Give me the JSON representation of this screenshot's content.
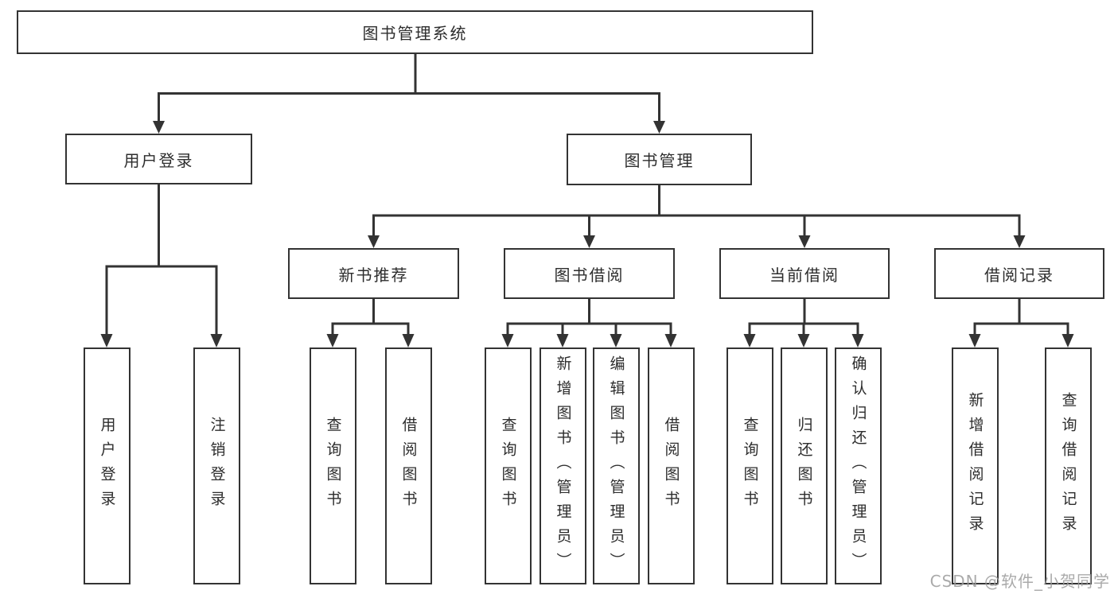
{
  "tree": {
    "label": "图书管理系统",
    "children": [
      {
        "label": "用户登录",
        "children": [
          {
            "label": "用户登录"
          },
          {
            "label": "注销登录"
          }
        ]
      },
      {
        "label": "图书管理",
        "children": [
          {
            "label": "新书推荐",
            "children": [
              {
                "label": "查询图书"
              },
              {
                "label": "借阅图书"
              }
            ]
          },
          {
            "label": "图书借阅",
            "children": [
              {
                "label": "查询图书"
              },
              {
                "label": "新增图书（管理员）"
              },
              {
                "label": "编辑图书（管理员）"
              },
              {
                "label": "借阅图书"
              }
            ]
          },
          {
            "label": "当前借阅",
            "children": [
              {
                "label": "查询图书"
              },
              {
                "label": "归还图书"
              },
              {
                "label": "确认归还（管理员）"
              }
            ]
          },
          {
            "label": "借阅记录",
            "children": [
              {
                "label": "新增借阅记录"
              },
              {
                "label": "查询借阅记录"
              }
            ]
          }
        ]
      }
    ]
  },
  "watermark": {
    "text": "CSDN @软件_小贺同学"
  },
  "colors": {
    "line": "#333333",
    "text": "#2d2d2d",
    "background": "#ffffff",
    "watermark": "#9c9c9c"
  }
}
